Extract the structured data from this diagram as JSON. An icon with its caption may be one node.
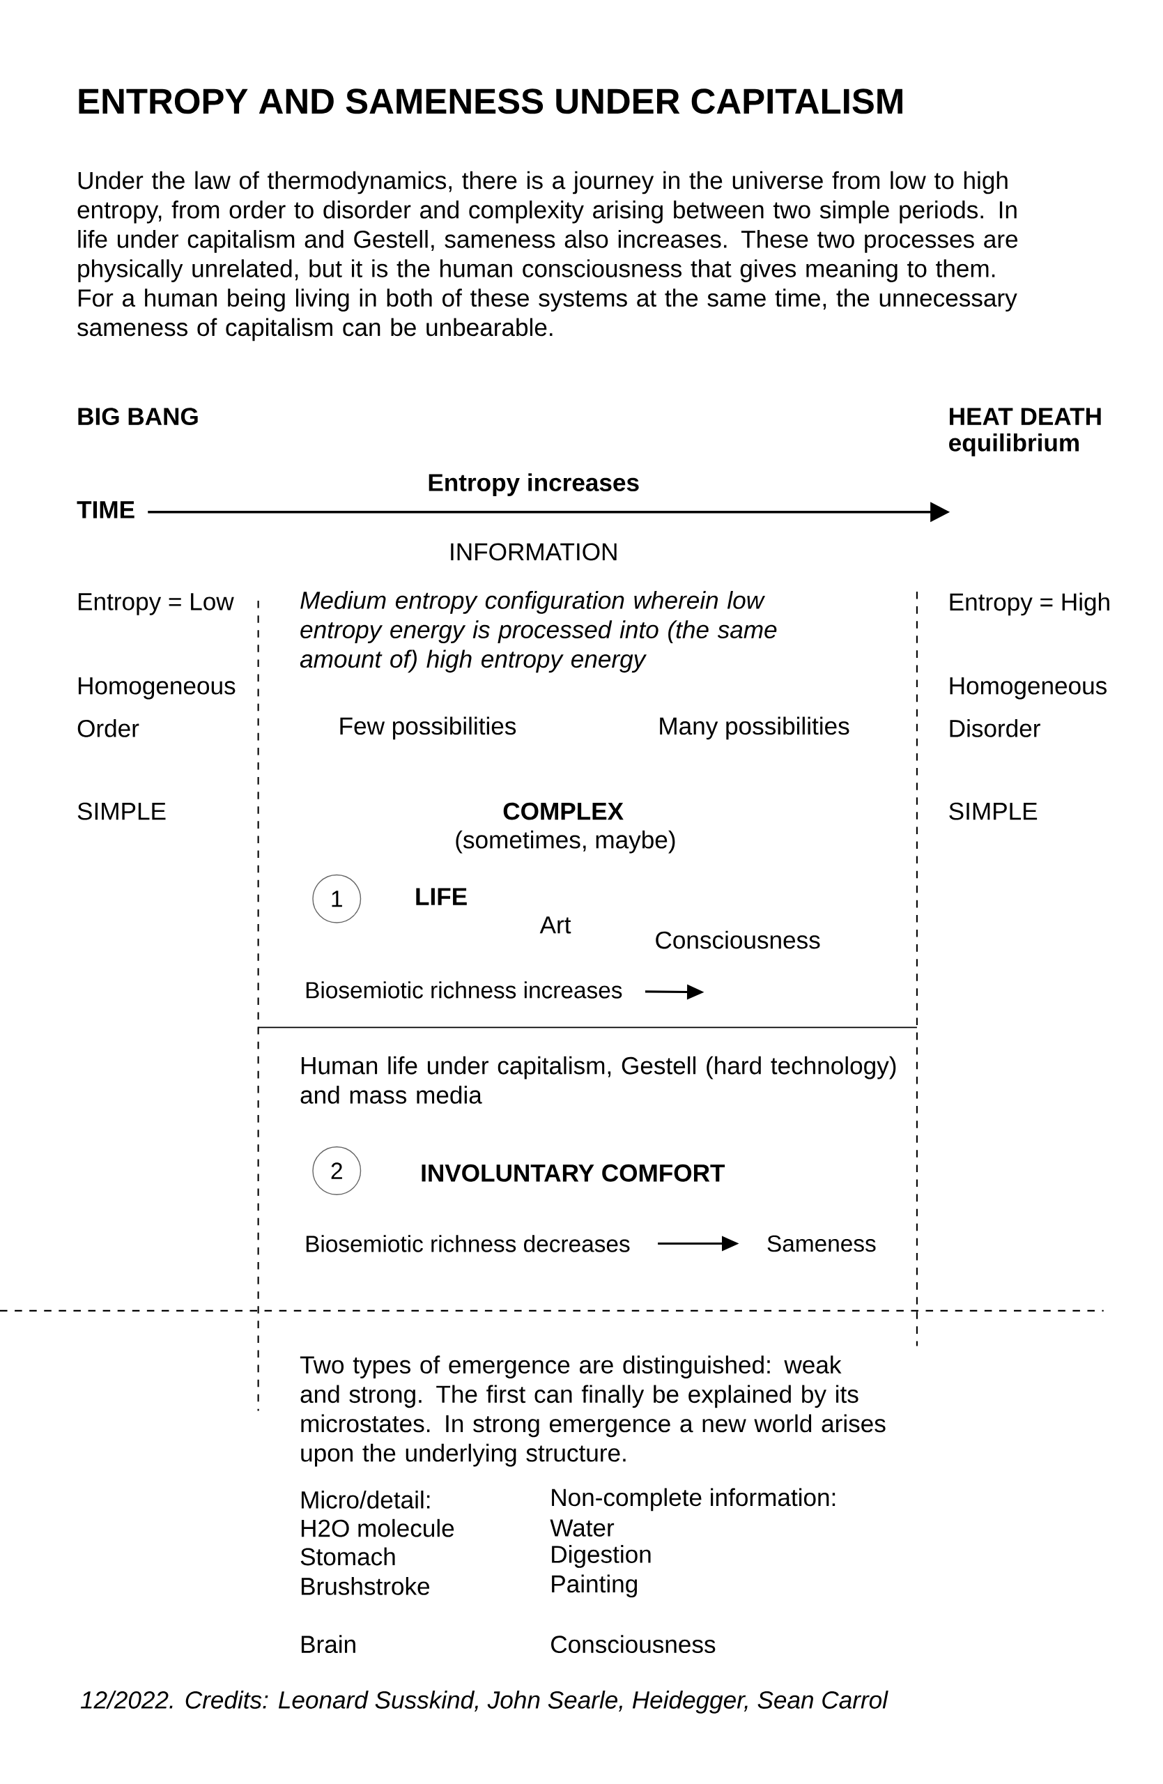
{
  "diagram": {
    "title": "ENTROPY AND SAMENESS UNDER CAPITALISM",
    "caption": "12/2022. Credits: Leonard Susskind, John Searle, Heidegger, Sean Carrol",
    "nodes": [
      {
        "text": [
          "1"
        ]
      },
      {
        "text": [
          "2"
        ]
      },
      {
        "text": [
          "Biosemiotic richness increases"
        ]
      },
      {
        "text": [
          "Biosemiotic richness decreases"
        ]
      },
      {
        "text": [
          "Sameness"
        ]
      }
    ],
    "edges": [
      {
        "from": 2,
        "to": null,
        "arrow": "to"
      },
      {
        "from": 3,
        "to": 4,
        "arrow": "to"
      }
    ],
    "labels": [
      "Under the law of thermodynamics, there is a journey in the universe from low to high entropy, from order to disorder and complexity arising between two simple periods. In life under capitalism and Gestell, sameness also increases. These two processes are physically unrelated, but it is the human consciousness that gives meaning to them. For a human being living in both of these systems at the same time, the unnecessary sameness of capitalism can be unbearable.",
      "BIG BANG",
      "HEAT DEATH",
      "equilibrium",
      "Entropy increases",
      "TIME",
      "INFORMATION",
      "Entropy = Low",
      "Medium entropy configuration wherein low entropy energy is processed into (the same amount of) high entropy energy",
      "Entropy = High",
      "Homogeneous",
      "Homogeneous",
      "Order",
      "Few possibilities",
      "Many possibilities",
      "Disorder",
      "SIMPLE",
      "COMPLEX",
      "SIMPLE",
      "(sometimes, maybe)",
      "LIFE",
      "Art",
      "Consciousness",
      "Human life under capitalism, Gestell (hard technology) and mass media",
      "INVOLUNTARY COMFORT",
      "Two types of emergence are distinguished: weak and strong. The first can finally be explained by its microstates. In strong emergence a new world arises upon the underlying structure.",
      "Micro/detail:",
      "Non-complete information:",
      "H2O molecule",
      "Water",
      "Stomach",
      "Digestion",
      "Brushstroke",
      "Painting",
      "Brain",
      "Consciousness"
    ]
  }
}
